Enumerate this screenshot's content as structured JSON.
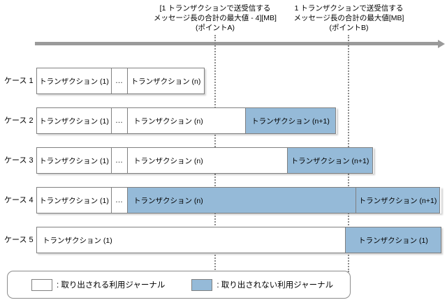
{
  "annotations": {
    "point_a": {
      "line1": "[1 トランザクションで送受信する",
      "line2": "メッセージ長の合計の最大値 - 4][MB]",
      "line3": "(ポイントA)"
    },
    "point_b": {
      "line1": "1 トランザクションで送受信する",
      "line2": "メッセージ長の合計の最大値[MB]",
      "line3": "(ポイントB)"
    }
  },
  "axis": {
    "name": "message-length-axis"
  },
  "cases": [
    {
      "label": "ケース 1",
      "segments": [
        {
          "text": "トランザクション (1)",
          "color": "white",
          "align": "center"
        },
        {
          "text": "…",
          "color": "white",
          "align": "ellipsis"
        },
        {
          "text": "トランザクション (n)",
          "color": "white",
          "align": "center"
        }
      ]
    },
    {
      "label": "ケース 2",
      "segments": [
        {
          "text": "トランザクション (1)",
          "color": "white",
          "align": "center"
        },
        {
          "text": "…",
          "color": "white",
          "align": "ellipsis"
        },
        {
          "text": "トランザクション (n)",
          "color": "white",
          "align": "left"
        },
        {
          "text": "トランザクション (n+1)",
          "color": "blue",
          "align": "center"
        }
      ]
    },
    {
      "label": "ケース 3",
      "segments": [
        {
          "text": "トランザクション (1)",
          "color": "white",
          "align": "center"
        },
        {
          "text": "…",
          "color": "white",
          "align": "ellipsis"
        },
        {
          "text": "トランザクション (n)",
          "color": "white",
          "align": "left"
        },
        {
          "text": "トランザクション (n+1)",
          "color": "blue",
          "align": "center"
        }
      ]
    },
    {
      "label": "ケース 4",
      "segments": [
        {
          "text": "トランザクション (1)",
          "color": "white",
          "align": "center"
        },
        {
          "text": "…",
          "color": "white",
          "align": "ellipsis"
        },
        {
          "text": "トランザクション (n)",
          "color": "blue",
          "align": "left"
        },
        {
          "text": "トランザクション (n+1)",
          "color": "blue",
          "align": "center"
        }
      ]
    },
    {
      "label": "ケース 5",
      "segments": [
        {
          "text": "トランザクション (1)",
          "color": "white",
          "align": "left"
        },
        {
          "text": "トランザクション (1)",
          "color": "blue",
          "align": "center"
        }
      ]
    }
  ],
  "legend": {
    "items": [
      {
        "color": "white",
        "text": ": 取り出される利用ジャーナル"
      },
      {
        "color": "blue",
        "text": ": 取り出されない利用ジャーナル"
      }
    ]
  },
  "colors": {
    "blue_fill": "#95bad8",
    "white_fill": "#ffffff",
    "border": "#808080",
    "axis": "#9a9a9a",
    "guide": "#8a8a8a"
  }
}
